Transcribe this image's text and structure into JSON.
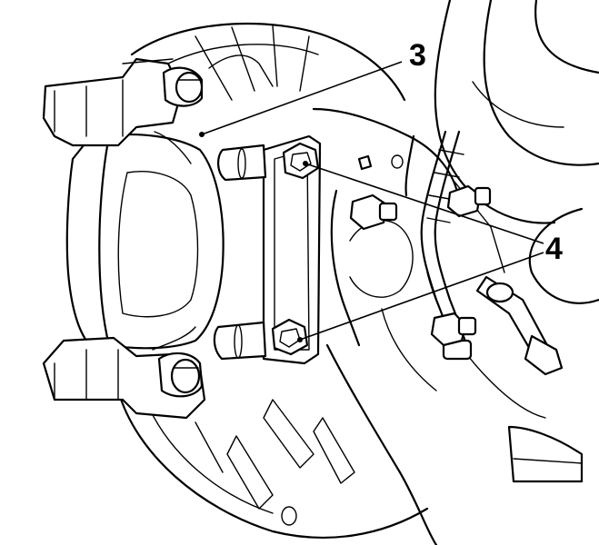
{
  "callouts": [
    {
      "id": "3",
      "text": "3"
    },
    {
      "id": "4",
      "text": "4"
    }
  ],
  "colors": {
    "line": "#000000",
    "background": "#ffffff"
  }
}
